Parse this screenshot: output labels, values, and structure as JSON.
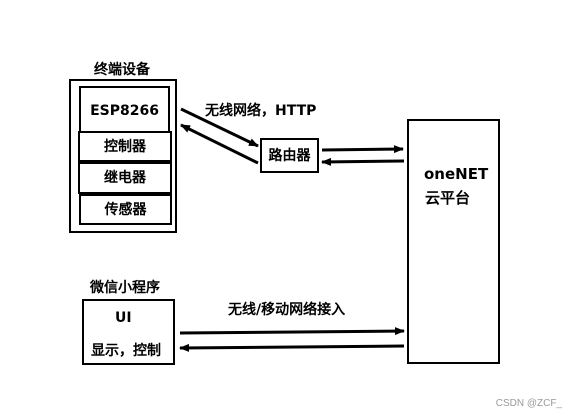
{
  "terminal": {
    "title": "终端设备",
    "esp": "ESP8266",
    "controller": "控制器",
    "relay": "继电器",
    "sensor": "传感器"
  },
  "router": {
    "label": "路由器"
  },
  "cloud": {
    "line1": "oneNET",
    "line2": "云平台"
  },
  "links": {
    "wifi_http": "无线网络，HTTP",
    "wireless_mobile": "无线/移动网络接入"
  },
  "miniprogram": {
    "title": "微信小程序",
    "ui": "UI",
    "desc": "显示，控制"
  },
  "watermark": "CSDN @ZCF_"
}
